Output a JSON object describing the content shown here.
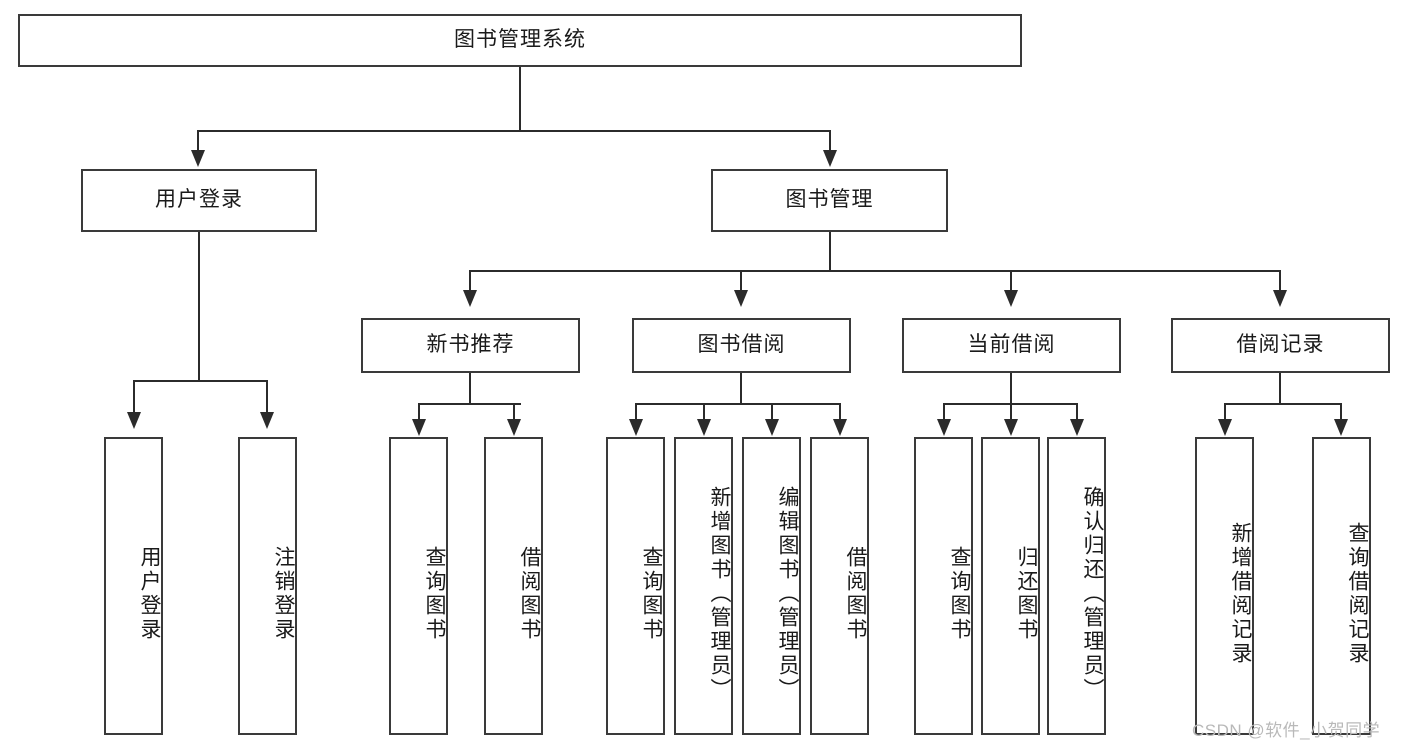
{
  "diagram": {
    "type": "tree-hierarchy-chart",
    "root": {
      "label": "图书管理系统"
    },
    "level2": [
      {
        "label": "用户登录"
      },
      {
        "label": "图书管理"
      }
    ],
    "level3": [
      {
        "label": "新书推荐"
      },
      {
        "label": "图书借阅"
      },
      {
        "label": "当前借阅"
      },
      {
        "label": "借阅记录"
      }
    ],
    "leaves": {
      "user_login": [
        {
          "label": "用户登录"
        },
        {
          "label": "注销登录"
        }
      ],
      "new_book_recommend": [
        {
          "label": "查询图书"
        },
        {
          "label": "借阅图书"
        }
      ],
      "book_borrow": [
        {
          "label": "查询图书"
        },
        {
          "label": "新增图书（管理员）"
        },
        {
          "label": "编辑图书（管理员）"
        },
        {
          "label": "借阅图书"
        }
      ],
      "current_borrow": [
        {
          "label": "查询图书"
        },
        {
          "label": "归还图书"
        },
        {
          "label": "确认归还（管理员）"
        }
      ],
      "borrow_record": [
        {
          "label": "新增借阅记录"
        },
        {
          "label": "查询借阅记录"
        }
      ]
    }
  },
  "watermark": {
    "text": "CSDN @软件_小贺同学"
  },
  "colors": {
    "stroke": "#3a3a3a",
    "connector": "#2b2b2b",
    "background": "#ffffff",
    "text": "#1a1a1a",
    "watermark": "#b9b9b9"
  }
}
